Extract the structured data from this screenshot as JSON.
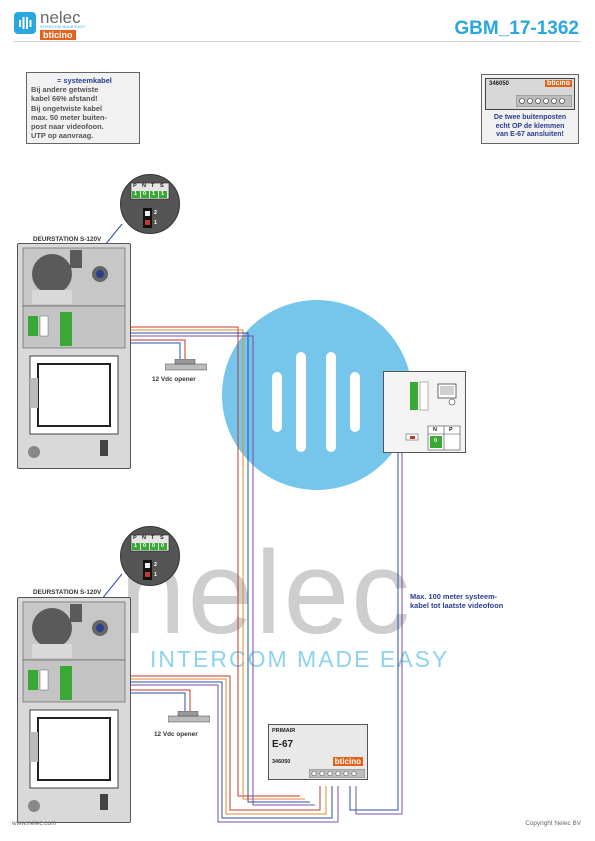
{
  "brand": {
    "logo_word": "nelec",
    "logo_tagline": "INTERCOM MADE EASY",
    "partner_logo": "bticino",
    "doc_number": "GBM_17-1362",
    "accent_color": "#2aa7e0",
    "partner_color": "#e2641c"
  },
  "legend_note": {
    "legend_label": "= systeemkabel",
    "lines": [
      "Bij andere getwiste",
      "kabel 66% afstand!",
      "Bij ongetwiste kabel",
      "max. 50 meter buiten-",
      "post naar videofoon.",
      "UTP op aanvraag."
    ]
  },
  "module_note": {
    "module_number": "346050",
    "module_logo": "bticino",
    "warning_lines": [
      "De twee buitenposten",
      "echt OP de klemmen",
      "van E-67 aansluiten!"
    ]
  },
  "door_stations": [
    {
      "title": "DEURSTATION S-120V",
      "dip_headers": [
        "P",
        "N",
        "T",
        "S"
      ],
      "dip_values": [
        "1",
        "0",
        "1",
        "1"
      ],
      "switch_labels": [
        "2",
        "1"
      ],
      "opener_label": "12 Vdc opener"
    },
    {
      "title": "DEURSTATION S-120V",
      "dip_headers": [
        "P",
        "N",
        "T",
        "S"
      ],
      "dip_values": [
        "1",
        "0",
        "0",
        "0"
      ],
      "switch_labels": [
        "2",
        "1"
      ],
      "opener_label": "12 Vdc opener"
    }
  ],
  "monitor": {
    "np_headers": [
      "N",
      "P"
    ],
    "np_value": "0"
  },
  "power_supply": {
    "primary_label": "PRIMAIR",
    "name": "E-67",
    "module_number": "346050",
    "logo": "bticino"
  },
  "max_note": {
    "lines": [
      "Max. 100 meter systeem-",
      "kabel tot laatste videofoon"
    ]
  },
  "footer": {
    "website": "www.nelec.com",
    "copyright": "Copyright Nelec BV"
  },
  "watermark": {
    "word": "nelec",
    "tagline": "INTERCOM MADE EASY"
  },
  "colors": {
    "cable_red": "#c0392b",
    "cable_orange": "#e08a2a",
    "cable_blue": "#2b4fa8",
    "cable_purple": "#7a4fa0"
  }
}
